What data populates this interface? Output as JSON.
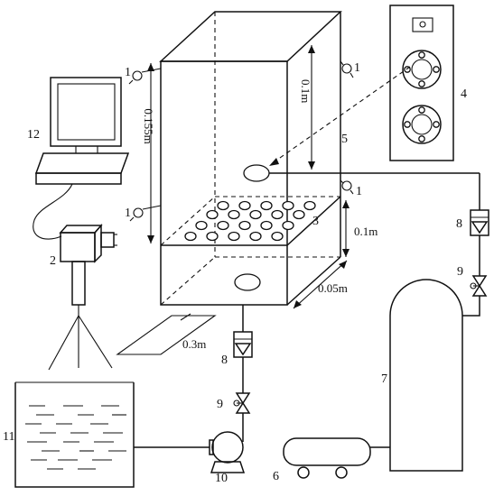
{
  "labels": {
    "sensor": "1",
    "camera": "2",
    "perforated_plate": "3",
    "controller": "4",
    "tank": "5",
    "compressor": "6",
    "gas_cylinder": "7",
    "flowmeter": "8",
    "valve": "9",
    "pump": "10",
    "reservoir": "11",
    "computer": "12"
  },
  "dimensions": {
    "upper_height": "0.1m",
    "total_height": "0.155m",
    "chamber_height": "0.1m",
    "depth": "0.05m",
    "width": "0.3m"
  }
}
